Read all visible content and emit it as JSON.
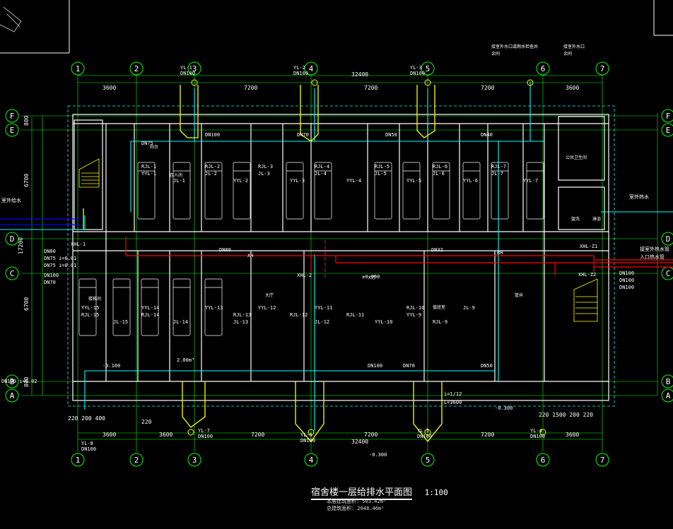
{
  "drawing": {
    "title": "宿舍楼一层给排水平面图",
    "scale": "1:100",
    "area_lines": [
      "本层建筑面积: 503.42m²",
      "总建筑面积: 2048.46m²"
    ]
  },
  "colors": {
    "background": "#000000",
    "axis": "#00ff00",
    "wall": "#ffffff",
    "water_supply": "#00ffff",
    "hot_water": "#ff0000",
    "drainage": "#ffff00",
    "rain": "#0000ff",
    "labels": "#ffffff"
  },
  "axes": {
    "columns": [
      "1",
      "2",
      "3",
      "4",
      "5",
      "6",
      "7"
    ],
    "rows": [
      "F",
      "E",
      "D",
      "C",
      "B",
      "A"
    ]
  },
  "dimensions": {
    "top_total": "32400",
    "bottom_total": "32400",
    "top_spans": [
      "3600",
      "7200",
      "7200",
      "7200",
      "3600"
    ],
    "bottom_spans": [
      "3600",
      "3600",
      "7200",
      "7200",
      "7200",
      "3600"
    ],
    "left_spans": [
      "800",
      "6700",
      "17200",
      "6700",
      "800"
    ],
    "bottom_small": [
      "220",
      "200",
      "400",
      "220",
      "1500",
      "200",
      "220"
    ]
  },
  "labels": {
    "top_risers": [
      "YL-1",
      "DN100",
      "YL-2",
      "DN100",
      "YL-3",
      "DN100"
    ],
    "top_notes": [
      "接室外水口或雨水检查井",
      "余同",
      "接室外水口",
      "余同"
    ],
    "room_labels": [
      "阳台",
      "四人间",
      "公共卫生间",
      "盥洗",
      "淋浴",
      "大厅",
      "值班室",
      "管井",
      "大厅",
      "楼梯间"
    ],
    "pipe_labels": [
      "DN100",
      "DN70",
      "DN50",
      "DN40",
      "DN75",
      "DN32",
      "DN80"
    ],
    "riser_labels_upper": [
      "RJL-1",
      "YYL-1",
      "JL-1",
      "RJL-2",
      "JL-2",
      "YYL-2",
      "RJL-3",
      "JL-3",
      "YYL-3",
      "RJL-4",
      "JL-4",
      "YYL-4",
      "RJL-5",
      "JL-5",
      "YYL-5",
      "RJL-6",
      "JL-6",
      "YYL-6",
      "RJL-7",
      "JL-7",
      "YYL-7"
    ],
    "riser_labels_lower": [
      "YYL-15",
      "RJL-15",
      "JL-15",
      "YYL-14",
      "RJL-14",
      "JL-14",
      "YYL-13",
      "RJL-13",
      "JL-13",
      "YYL-12",
      "RJL-12",
      "JL-12",
      "YYL-11",
      "RJL-11",
      "YYL-10",
      "RJL-10",
      "YYL-9",
      "RJL-9",
      "JL-9"
    ],
    "xh_labels": [
      "XHL-1",
      "XHL-2",
      "XHL-Z1",
      "XHL-Z2",
      "XH",
      "RH"
    ],
    "elevations": [
      "±0.000",
      "-0.100",
      "-0.300",
      "-0.300",
      "2.00m³"
    ],
    "left_side": [
      "DN80",
      "DN75 i=0.01",
      "DN75 i=0.01",
      "DN100",
      "DN70",
      "室外给水",
      "DN100 i=0.02"
    ],
    "right_side": [
      "DN100",
      "DN100",
      "DN100",
      "室外热水",
      "接室外热水管",
      "入口热水管"
    ],
    "bottom_risers": [
      "YL-8",
      "DN100",
      "YL-7",
      "DN100",
      "YL-6",
      "DN100",
      "YL-5",
      "DN100",
      "YL-4",
      "DN100"
    ],
    "slope": "i=1/12",
    "length": "L=3600"
  }
}
